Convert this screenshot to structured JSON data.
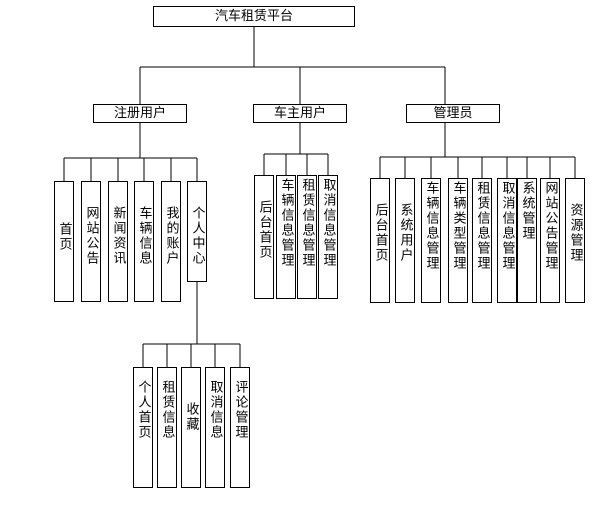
{
  "diagram": {
    "root": "汽车租赁平台",
    "branches": [
      {
        "label": "注册用户",
        "children": [
          "首页",
          "网站公告",
          "新闻资讯",
          "车辆信息",
          "我的账户",
          "个人中心"
        ],
        "sub_children": [
          "个人首页",
          "租赁信息",
          "收藏",
          "取消信息",
          "评论管理"
        ]
      },
      {
        "label": "车主用户",
        "children": [
          "后台首页",
          "车辆信息管理",
          "租赁信息管理",
          "取消信息管理"
        ]
      },
      {
        "label": "管理员",
        "children": [
          "后台首页",
          "系统用户",
          "车辆信息管理",
          "车辆类型管理",
          "租赁信息管理",
          "取消信息管理",
          "系统管理",
          "网站公告管理",
          "资源管理"
        ]
      }
    ]
  }
}
